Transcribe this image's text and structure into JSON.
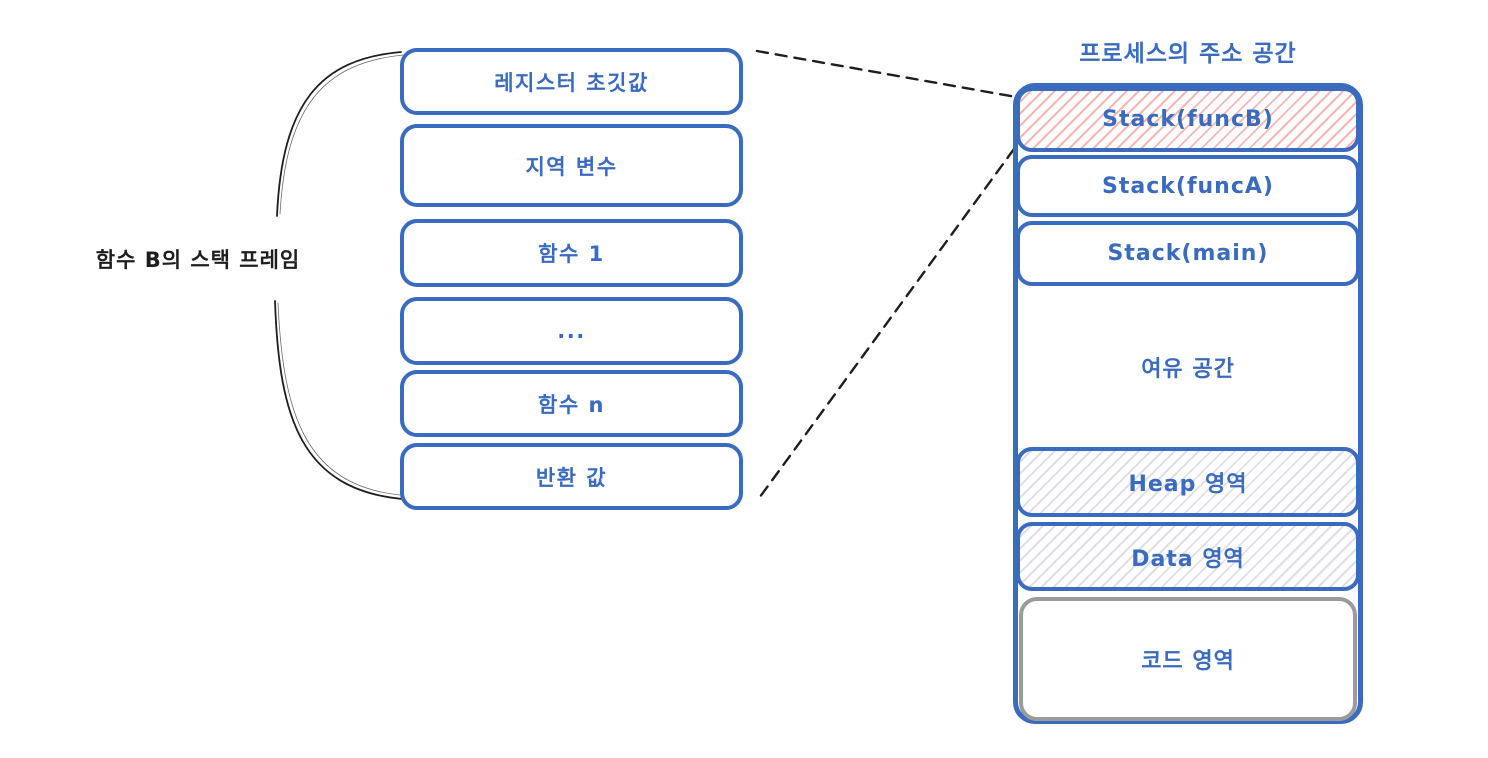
{
  "colors": {
    "blue": "#3a6bbe",
    "ink": "#1e1e1e",
    "pink_hatch": "#f5b8b4",
    "gray_hatch": "#dee0e6",
    "gray_border": "#9b9b9b"
  },
  "left_panel": {
    "brace_label": "함수 B의 스택 프레임",
    "boxes": [
      "레지스터 초깃값",
      "지역 변수",
      "함수 1",
      "...",
      "함수 n",
      "반환 값"
    ]
  },
  "right_panel": {
    "title": "프로세스의 주소 공간",
    "segments": {
      "stack_funcB": "Stack(funcB)",
      "stack_funcA": "Stack(funcA)",
      "stack_main": "Stack(main)",
      "free_space": "여유 공간",
      "heap": "Heap 영역",
      "data": "Data 영역",
      "code": "코드 영역"
    }
  },
  "connectors": {
    "brace": "left curly brace spanning stack frame boxes",
    "dashed_top": "dashed line from top of stack frame to top of Stack(funcB)",
    "dashed_bottom": "dashed line from bottom of Stack(funcB) to bottom of stack frame"
  }
}
